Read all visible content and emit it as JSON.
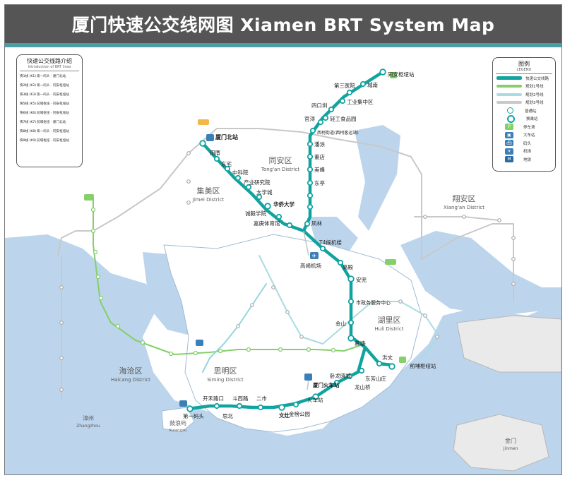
{
  "header": {
    "title": "厦门快速公交线网图 Xiamen BRT System Map"
  },
  "colors": {
    "banner": "#555555",
    "accent_strip": "#4b9fa4",
    "sea": "#bcd5ec",
    "land": "#ffffff",
    "main_line": "#11a3a0",
    "line2": "#86cf6a",
    "line3": "#a8dce1",
    "line4": "#94d6de",
    "transfer_link": "#c4c4c4"
  },
  "intro_panel": {
    "title": "快速公交线路介绍",
    "subtitle": "Introduction of BRT lines",
    "rows": [
      {
        "code": "快1线 (K1)",
        "name": "第一码头 - 厦门北站"
      },
      {
        "code": "快2线 (K2)",
        "name": "第一码头 - 同安枢纽站"
      },
      {
        "code": "快3线 (K3)",
        "name": "第一码头 - 同安枢纽站"
      },
      {
        "code": "快5线 (K5)",
        "name": "前埔枢纽 - 同安枢纽站"
      },
      {
        "code": "快6线 (K6)",
        "name": "前埔枢纽 - 同安枢纽站"
      },
      {
        "code": "快7线 (K7)",
        "name": "前埔枢纽 - 厦门北站"
      },
      {
        "code": "快8线 (K8)",
        "name": "第一码头 - 同安枢纽站"
      },
      {
        "code": "快9线 (K9)",
        "name": "前埔枢纽 - 同安枢纽站"
      }
    ]
  },
  "legend_panel": {
    "title": "图例",
    "subtitle": "LEGEND",
    "items": [
      {
        "label": "快速公交线路"
      },
      {
        "label": "规划1号线"
      },
      {
        "label": "规划2号线"
      },
      {
        "label": "规划3号线"
      },
      {
        "label": "普通站"
      },
      {
        "label": "换乘站"
      },
      {
        "label": "停车场"
      },
      {
        "label": "大车站"
      },
      {
        "label": "码头"
      },
      {
        "label": "机场"
      },
      {
        "label": "地铁"
      }
    ]
  },
  "districts": [
    {
      "cn": "同安区",
      "en": "Tong'an District"
    },
    {
      "cn": "集美区",
      "en": "Jimei District"
    },
    {
      "cn": "翔安区",
      "en": "Xiang'an District"
    },
    {
      "cn": "湖里区",
      "en": "Huli District"
    },
    {
      "cn": "海沧区",
      "en": "Haicang District"
    },
    {
      "cn": "思明区",
      "en": "Siming District"
    },
    {
      "cn": "漳州",
      "en": "Zhangzhou"
    },
    {
      "cn": "金门",
      "en": "Jinmen"
    },
    {
      "cn": "鼓浪屿",
      "en": "Kulangsu"
    }
  ],
  "stations": [
    "同安枢纽站",
    "城南",
    "第三医院",
    "工业集中区",
    "四口圳",
    "轻工食品园",
    "官浔",
    "西柯街道(西柯客运站)",
    "潘涂",
    "董店",
    "美峰",
    "东亭",
    "凤林",
    "厦门北站",
    "田厝",
    "东宅",
    "中科院",
    "产业研究院",
    "大学城",
    "华侨大学",
    "诚毅学院",
    "嘉庚体育馆",
    "T4候机楼",
    "高崎机场",
    "高殿",
    "安兜",
    "金山",
    "蔡塘",
    "洪文",
    "前埔枢纽站",
    "东芳山庄",
    "龙山桥",
    "卧龙晓城",
    "厦门火车站",
    "火车站",
    "金榜公园",
    "文灶",
    "二市",
    "斗西路",
    "开禾路口",
    "第一码头",
    "思北",
    "市政务服务中心"
  ]
}
